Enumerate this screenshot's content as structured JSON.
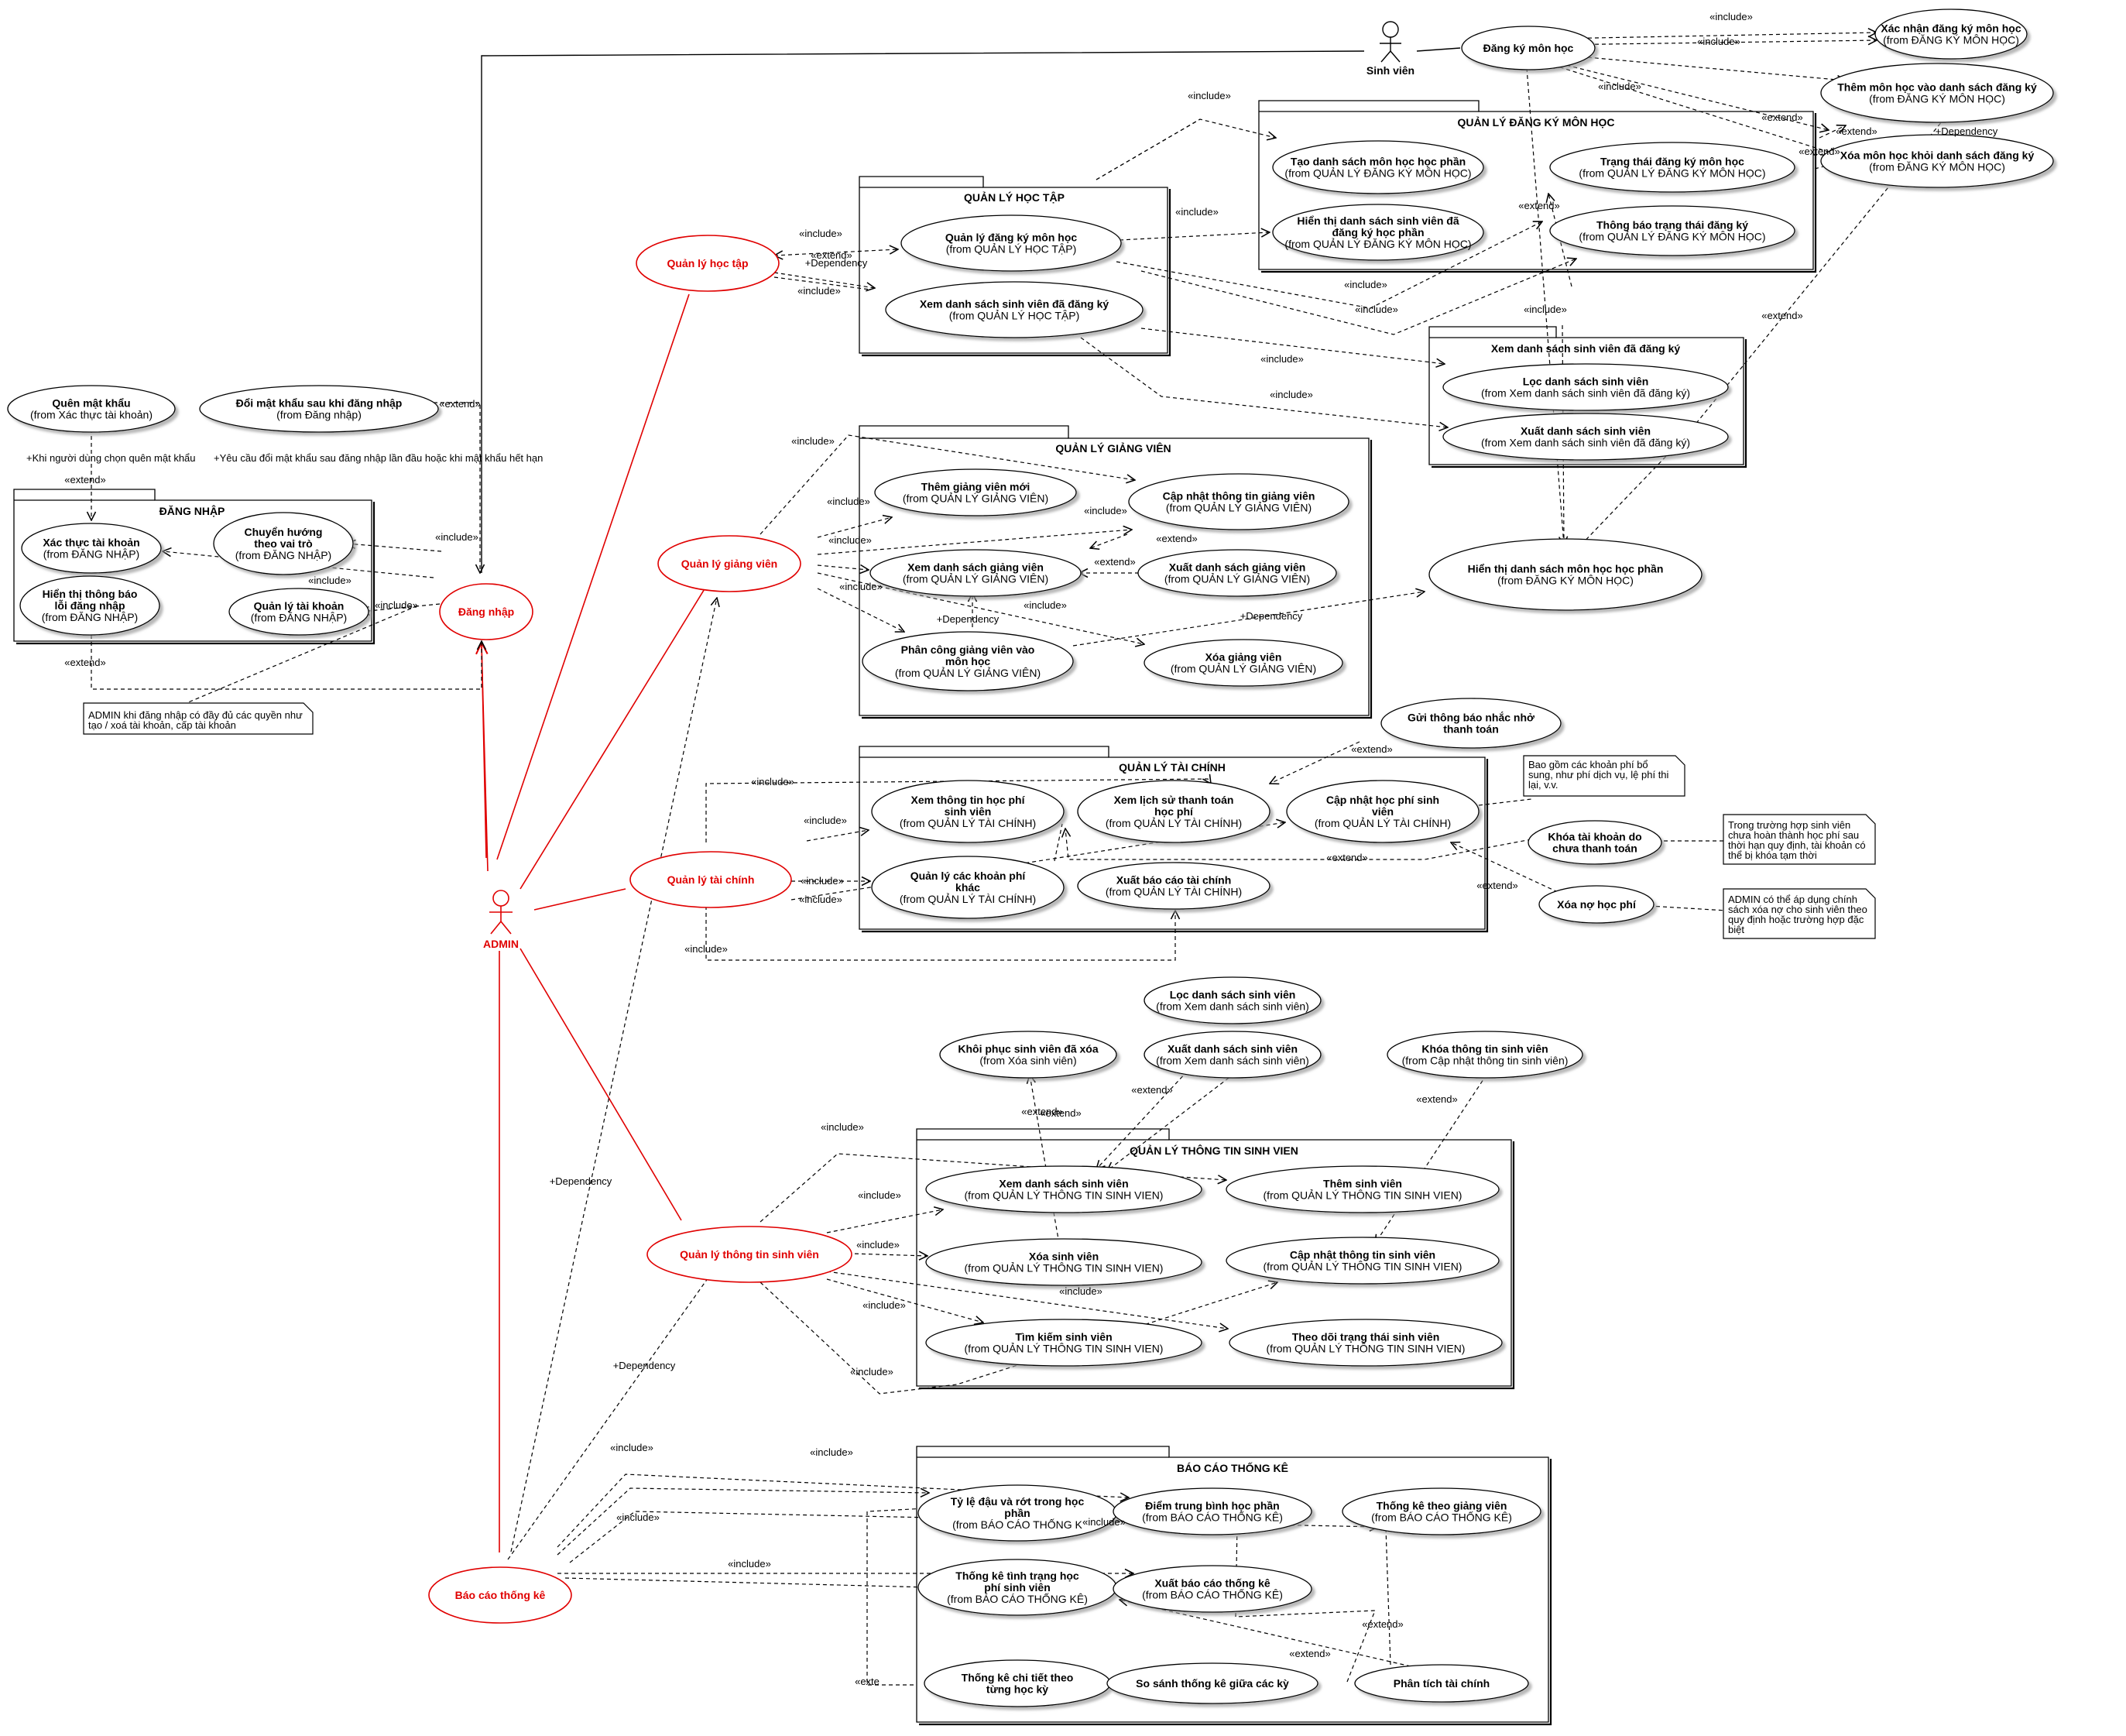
{
  "actors": {
    "student": "Sinh viên",
    "admin": "ADMIN"
  },
  "admin_usecases": {
    "hoc_tap": "Quản lý học tập",
    "giang_vien": "Quản lý giảng viên",
    "tai_chinh": "Quản lý tài chính",
    "sinh_vien": "Quản lý thông tin sinh viên",
    "bao_cao": "Báo cáo thống kê",
    "dang_nhap": "Đăng nhập"
  },
  "student_usecases": {
    "dang_ky": "Đăng ký môn học",
    "xac_nhan": [
      "Xác nhận đăng ký môn học",
      "(from ĐĂNG KÝ MÔN HỌC)"
    ],
    "them_mon": [
      "Thêm môn học vào danh sách đăng ký",
      "(from ĐĂNG KÝ MÔN HỌC)"
    ],
    "xoa_mon": [
      "Xóa môn học khỏi danh sách đăng ký",
      "(from ĐĂNG KÝ MÔN HỌC)"
    ]
  },
  "packages": {
    "dang_ky_mon_hoc": "QUẢN LÝ ĐĂNG KÝ MÔN HỌC",
    "hoc_tap": "QUẢN LÝ HỌC TẬP",
    "xem_ds": "Xem danh sách sinh viên đã đăng ký",
    "dang_nhap": "ĐĂNG NHẬP",
    "giang_vien": "QUẢN LÝ GIẢNG VIÊN",
    "tai_chinh": "QUẢN LÝ TÀI CHÍNH",
    "sinh_vien": "QUẢN LÝ THÔNG TIN SINH VIEN",
    "bao_cao": "BÁO CÁO THỐNG KÊ"
  },
  "usecases": {
    "tao_ds": [
      "Tạo danh sách môn học học phần",
      "(from QUẢN LÝ ĐĂNG KÝ MÔN HỌC)"
    ],
    "trang_thai": [
      "Trạng thái đăng ký môn học",
      "(from QUẢN LÝ ĐĂNG KÝ MÔN HỌC)"
    ],
    "hien_thi_sv": [
      "Hiển thị danh sách sinh viên đã",
      "đăng ký học phần",
      "(from QUẢN LÝ ĐĂNG KÝ MÔN HỌC)"
    ],
    "thong_bao_tt": [
      "Thông báo trạng thái đăng ký",
      "(from QUẢN LÝ ĐĂNG KÝ MÔN HỌC)"
    ],
    "ql_dang_ky": [
      "Quản lý đăng ký môn học",
      "(from QUẢN LÝ HỌC TẬP)"
    ],
    "xem_ds_sv": [
      "Xem danh sách sinh viên đã đăng ký",
      "(from QUẢN LÝ HỌC TẬP)"
    ],
    "loc_ds": [
      "Lọc danh sách sinh viên",
      "(from Xem danh sách sinh viên đã đăng ký)"
    ],
    "xuat_ds": [
      "Xuất danh sách sinh viên",
      "(from Xem danh sách sinh viên đã đăng ký)"
    ],
    "hien_thi_mon": [
      "Hiển thị danh sách môn học học phần",
      "(from ĐĂNG KÝ MÔN HỌC)"
    ],
    "quen_mk": [
      "Quên mật khẩu",
      "(from Xác thực tài khoản)"
    ],
    "doi_mk": [
      "Đổi mật khẩu sau khi đăng nhập",
      "(from Đăng nhập)"
    ],
    "xac_thuc": [
      "Xác thực tài khoản",
      "(from ĐĂNG NHẬP)"
    ],
    "chuyen_huong": [
      "Chuyển hướng",
      "theo vai trò",
      "(from ĐĂNG NHẬP)"
    ],
    "hien_loi": [
      "Hiển thị thông báo",
      "lỗi đăng nhập",
      "(from ĐĂNG NHẬP)"
    ],
    "ql_tai_khoan": [
      "Quản lý tài khoản",
      "(from ĐĂNG NHẬP)"
    ],
    "them_gv": [
      "Thêm giảng viên mới",
      "(from QUẢN LÝ GIẢNG VIÊN)"
    ],
    "cap_nhat_gv": [
      "Cập nhật thông tin giảng viên",
      "(from QUẢN LÝ GIẢNG VIÊN)"
    ],
    "xem_gv": [
      "Xem danh sách giảng viên",
      "(from QUẢN LÝ GIẢNG VIÊN)"
    ],
    "xuat_gv": [
      "Xuất danh sách giảng viên",
      "(from QUẢN LÝ GIẢNG VIÊN)"
    ],
    "phan_cong": [
      "Phân công giảng viên vào",
      "môn học",
      "(from QUẢN LÝ GIẢNG VIÊN)"
    ],
    "xoa_gv": [
      "Xóa giảng viên",
      "(from QUẢN LÝ GIẢNG VIÊN)"
    ],
    "gui_tb": [
      "Gửi thông báo nhắc nhở",
      "thanh toán"
    ],
    "xem_hp": [
      "Xem thông tin học phí",
      "sinh viên",
      "(from QUẢN LÝ TÀI CHÍNH)"
    ],
    "lich_su": [
      "Xem lịch sử thanh toán",
      "học phí",
      "(from QUẢN LÝ TÀI CHÍNH)"
    ],
    "cap_nhat_hp": [
      "Cập nhật học phí sinh",
      "viên",
      "(from QUẢN LÝ TÀI CHÍNH)"
    ],
    "ql_khoan_phi": [
      "Quản lý các khoản phí",
      "khác",
      "(from QUẢN LÝ TÀI CHÍNH)"
    ],
    "xuat_bc_tc": [
      "Xuất báo cáo tài chính",
      "(from QUẢN LÝ TÀI CHÍNH)"
    ],
    "khoa_tk": [
      "Khóa tài khoản do",
      "chưa thanh toán"
    ],
    "xoa_no": [
      "Xóa nợ học phí"
    ],
    "loc_ds2": [
      "Lọc danh sách sinh viên",
      "(from Xem danh sách sinh viên)"
    ],
    "khoi_phuc": [
      "Khôi phục sinh viên đã xóa",
      "(from Xóa sinh viên)"
    ],
    "xuat_ds2": [
      "Xuất danh sách sinh viên",
      "(from Xem danh sách sinh viên)"
    ],
    "khoa_tt": [
      "Khóa thông tin sinh viên",
      "(from Cập nhật thông tin sinh viên)"
    ],
    "xem_sv": [
      "Xem danh sách sinh viên",
      "(from QUẢN LÝ THÔNG TIN SINH VIEN)"
    ],
    "them_sv": [
      "Thêm sinh viên",
      "(from QUẢN LÝ THÔNG TIN SINH VIEN)"
    ],
    "xoa_sv": [
      "Xóa sinh viên",
      "(from QUẢN LÝ THÔNG TIN SINH VIEN)"
    ],
    "cap_nhat_sv": [
      "Cập nhật thông tin sinh viên",
      "(from QUẢN LÝ THÔNG TIN SINH VIEN)"
    ],
    "tim_sv": [
      "Tìm kiếm sinh viên",
      "(from QUẢN LÝ THÔNG TIN SINH VIEN)"
    ],
    "theo_doi": [
      "Theo dõi trạng thái sinh viên",
      "(from QUẢN LÝ THÔNG TIN SINH VIEN)"
    ],
    "ty_le": [
      "Tỷ lệ đậu và rớt trong học",
      "phần",
      "(from BÁO CÁO THỐNG K"
    ],
    "diem_tb": [
      "Điểm trung bình học phần",
      "(from BÁO CÁO THỐNG KÊ)"
    ],
    "tk_gv": [
      "Thống kê theo giảng viên",
      "(from BÁO CÁO THỐNG KÊ)"
    ],
    "tk_hp": [
      "Thống kê tình trạng học",
      "phí sinh viên",
      "(from BÁO CÁO THỐNG KÊ)"
    ],
    "xuat_bc_tk": [
      "Xuất báo cáo thống kê",
      "(from BÁO CÁO THỐNG KÊ)"
    ],
    "tk_chi_tiet": [
      "Thống kê chi tiết theo",
      "từng học kỳ"
    ],
    "so_sanh": [
      "So sánh thống kê giữa các kỳ"
    ],
    "phan_tich": [
      "Phân tích tài chính"
    ]
  },
  "notes": {
    "admin_login": [
      "ADMIN khi đăng nhập có đầy đủ các quyền như",
      "tạo / xoá tài khoản, cấp tài khoản"
    ],
    "khoan_phi": [
      "Bao gồm các khoản phí bổ",
      "sung, như phí dịch vụ, lệ phí thi",
      "lại, v.v."
    ],
    "khoa_tk": [
      "Trong trường hợp sinh viên",
      "chưa hoàn thành học phí sau",
      "thời hạn quy định, tài khoản có",
      "thể bị khóa tạm thời"
    ],
    "xoa_no": [
      "ADMIN có thể áp dụng chính",
      "sách xóa nợ cho sinh viên theo",
      "quy định hoặc trường hợp đặc",
      "biệt"
    ]
  },
  "conditions": {
    "quen_mk": "+Khi người dùng chọn quên mật khẩu",
    "doi_mk": "+Yêu cầu đổi mật khẩu sau đăng nhập lần đầu hoặc khi mật khẩu hết hạn"
  },
  "stereotypes": {
    "include": "«include»",
    "extend": "«extend»",
    "dependency": "+Dependency",
    "dependency_tag": "+Dependency",
    "extend_partial": "«exte",
    "include_partial": "«include»"
  }
}
